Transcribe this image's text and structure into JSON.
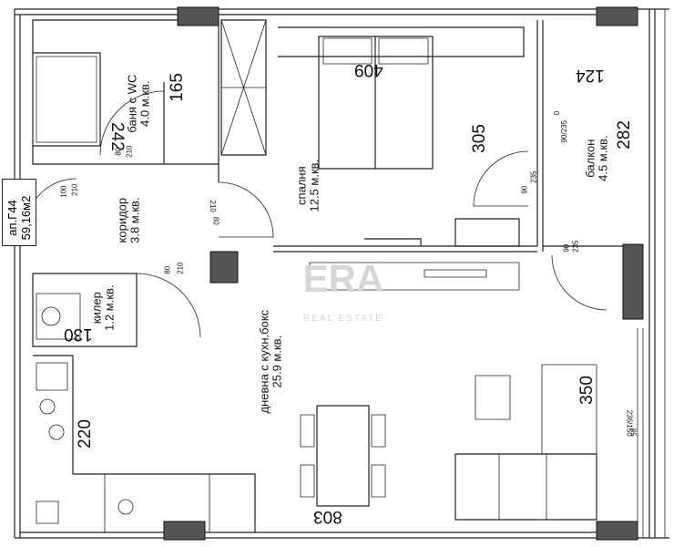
{
  "apartment": {
    "label": "ап.Г44",
    "area": "59,16м2"
  },
  "rooms": {
    "bath": {
      "name": "баня с WC",
      "area": "4.0 м.кв."
    },
    "corridor": {
      "name": "коридор",
      "area": "3.8 м.кв."
    },
    "bedroom": {
      "name": "спалня",
      "area": "12.5 м.кв."
    },
    "balcony": {
      "name": "балкон",
      "area": "4.5 м.кв."
    },
    "storage": {
      "name": "килер",
      "area": "1.2 м.кв."
    },
    "living": {
      "name": "дневна с кухн.бокс",
      "area": "25.9 м.кв."
    }
  },
  "dimensions": {
    "d165": "165",
    "d242": "242",
    "d409": "409",
    "d305": "305",
    "d124": "124",
    "d282": "282",
    "d130": "130",
    "d220": "220",
    "d350": "350",
    "d803": "803"
  },
  "door_marks": {
    "m80_210_bath": "80",
    "m210_bath": "210",
    "m100": "100",
    "m210_entry": "210",
    "m210_bed": "210",
    "m80_bed": "80",
    "m90_balc": "90",
    "m235_balc": "235",
    "m0": "0",
    "m90_235": "90/235",
    "m90_lower": "90",
    "m235_lower": "235",
    "m80_store": "80",
    "m210_store": "210",
    "m236_150": "236/150",
    "m85": "85"
  },
  "watermark": {
    "brand": "ERA",
    "sub": "REAL ESTATE"
  }
}
